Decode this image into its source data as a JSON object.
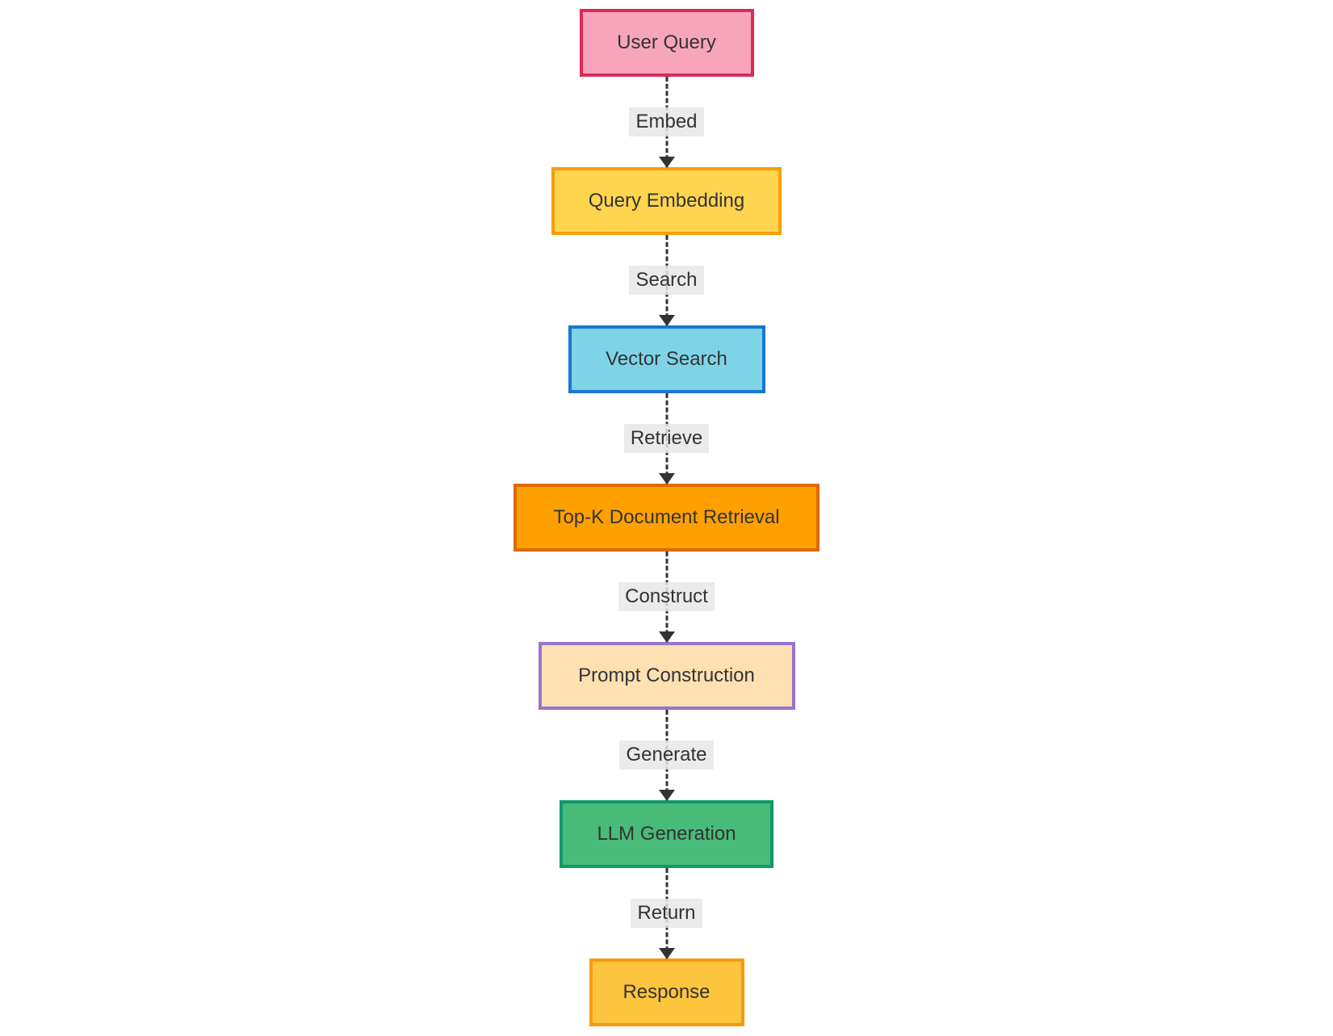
{
  "diagram": {
    "title": "RAG pipeline flowchart",
    "type": "flowchart-vertical",
    "background": "#ffffff",
    "text_color": "#333333",
    "edge_color": "#333333",
    "edge_style": "dashed",
    "edge_label_background": "#e8e8e8",
    "nodes": [
      {
        "id": "user-query",
        "label": "User Query",
        "fill": "#f8a5bc",
        "stroke": "#dc2a54"
      },
      {
        "id": "query-embedding",
        "label": "Query Embedding",
        "fill": "#ffd54f",
        "stroke": "#f59e0b"
      },
      {
        "id": "vector-search",
        "label": "Vector Search",
        "fill": "#7ed4e6",
        "stroke": "#1976d2"
      },
      {
        "id": "topk-document-retrieval",
        "label": "Top-K Document Retrieval",
        "fill": "#ffa000",
        "stroke": "#dd6b00"
      },
      {
        "id": "prompt-construction",
        "label": "Prompt Construction",
        "fill": "#ffe0b2",
        "stroke": "#9575cd"
      },
      {
        "id": "llm-generation",
        "label": "LLM Generation",
        "fill": "#48bb78",
        "stroke": "#12996d"
      },
      {
        "id": "response",
        "label": "Response",
        "fill": "#fdc53d",
        "stroke": "#f89b0d"
      }
    ],
    "edges": [
      {
        "from": "user-query",
        "to": "query-embedding",
        "label": "Embed"
      },
      {
        "from": "query-embedding",
        "to": "vector-search",
        "label": "Search"
      },
      {
        "from": "vector-search",
        "to": "topk-document-retrieval",
        "label": "Retrieve"
      },
      {
        "from": "topk-document-retrieval",
        "to": "prompt-construction",
        "label": "Construct"
      },
      {
        "from": "prompt-construction",
        "to": "llm-generation",
        "label": "Generate"
      },
      {
        "from": "llm-generation",
        "to": "response",
        "label": "Return"
      }
    ]
  }
}
